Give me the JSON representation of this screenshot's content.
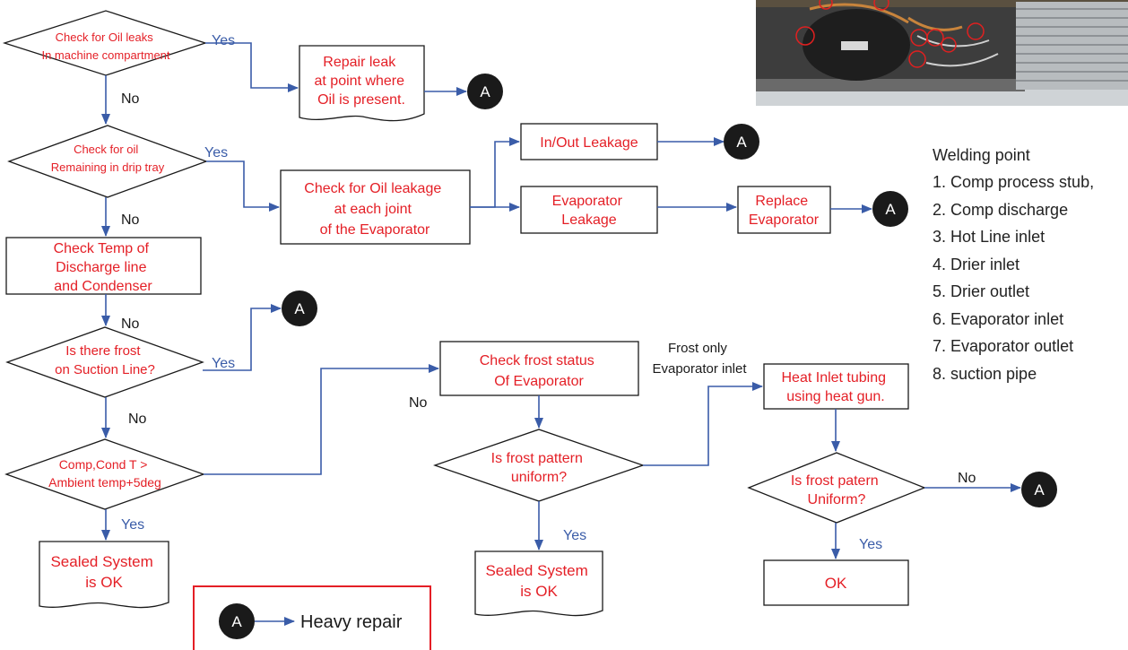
{
  "colors": {
    "flow_text": "#e41f26",
    "connector": "#3a5ca8",
    "node_fill": "#1a1a1a",
    "legend_border": "#e41f26"
  },
  "decisions": {
    "oil_leaks": [
      "Check for Oil leaks",
      "In machine compartment"
    ],
    "drip_tray": [
      "Check for oil",
      "Remaining in drip tray"
    ],
    "frost_suction": [
      "Is there frost",
      "on Suction Line?"
    ],
    "comp_cond": [
      "Comp,Cond T >",
      "Ambient temp+5deg"
    ],
    "frost_uniform": [
      "Is frost pattern",
      "uniform?"
    ],
    "frost_uniform2": [
      "Is frost patern",
      "Uniform?"
    ]
  },
  "processes": {
    "repair_leak": [
      "Repair leak",
      "at point where",
      "Oil is present."
    ],
    "check_leakage": [
      "Check for Oil leakage",
      "at each joint",
      "of the Evaporator"
    ],
    "inout": [
      "In/Out Leakage"
    ],
    "evap_leak": [
      "Evaporator",
      "Leakage"
    ],
    "replace_evap": [
      "Replace",
      "Evaporator"
    ],
    "check_temp": [
      "Check Temp of",
      "Discharge line",
      "and Condenser"
    ],
    "check_frost": [
      "Check frost status",
      "Of Evaporator"
    ],
    "heat_inlet": [
      "Heat Inlet tubing",
      "using heat gun."
    ],
    "sealed1": [
      "Sealed System",
      "is OK"
    ],
    "sealed2": [
      "Sealed System",
      "is OK"
    ],
    "ok": [
      "OK"
    ]
  },
  "edge_labels": {
    "yes": "Yes",
    "no": "No",
    "frost_only": [
      "Frost only",
      "Evaporator inlet"
    ]
  },
  "connector_label": "A",
  "legend": {
    "node": "A",
    "text": "Heavy repair"
  },
  "welding": {
    "title": "Welding point",
    "items": [
      "1. Comp process stub,",
      "2. Comp discharge",
      "3. Hot Line inlet",
      "4. Drier inlet",
      "5. Drier outlet",
      "6. Evaporator inlet",
      "7. Evaporator outlet",
      "8. suction pipe"
    ]
  },
  "photo": {
    "subject": "machine compartment photo with welding points circled"
  }
}
